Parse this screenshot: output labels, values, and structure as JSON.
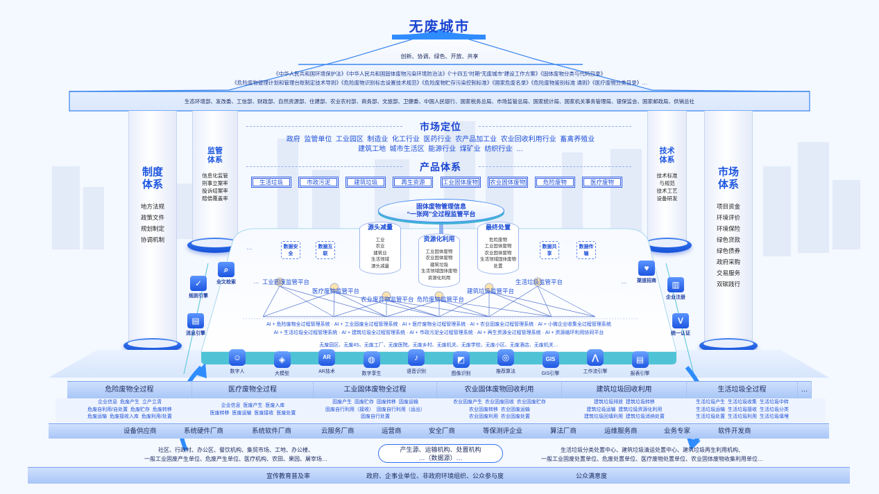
{
  "title": "无废城市",
  "principles": "创新、协调、绿色、开放、共享",
  "laws": [
    "《中华人民共和国环境保护法》《中华人民共和国固体废物污染环境防治法》《“十四五”时期“无废城市”建设工作方案》《固体废物分类与代码目录》",
    "《危险废物管理计划和管理台账制定技术导则》《危险废物识别标志设置技术规范》《危险废物贮存污染控制标准》《国家危废名录》《危险废物鉴别标准 通则》《医疗废物分类目录》…"
  ],
  "departments": "生态环境部、发改委、工信部、财政部、自然资源部、住建部、农业农村部、商务部、文旅部、卫健委、中国人民银行、国家税务总局、市场监管总局、国家统计局、国家机关事务管理局、银保监会、国家邮政局、供销总社",
  "pillars": {
    "institution": {
      "title": "制度体系",
      "items": [
        "地方法规",
        "政策文件",
        "规划制定",
        "协调机制"
      ]
    },
    "supervision": {
      "title": "监管体系",
      "items": [
        "信息化监管",
        "刑事立案率",
        "投诉结案率",
        "赔偿覆盖率"
      ]
    },
    "technology": {
      "title": "技术体系",
      "items": [
        "技术标准",
        "与规范",
        "技术工艺",
        "设备研发"
      ]
    },
    "market": {
      "title": "市场体系",
      "items": [
        "项目资金",
        "环境评价",
        "环境保险",
        "绿色贷款",
        "绿色债券",
        "政府采购",
        "交易服务",
        "双碳践行"
      ]
    }
  },
  "market_positioning": {
    "title": "市场定位",
    "line1": "政府  监管单位  工业园区  制造业  化工行业  医药行业  农产品加工业  农业回收利用行业  畜禽养殖业",
    "line2": "建筑工地  城市生活区  能源行业  煤矿业  纺织行业  …"
  },
  "product_system": {
    "title": "产品体系",
    "tags": [
      "生活垃圾",
      "市政污泥",
      "建筑垃圾",
      "再生资源",
      "工业固体废物",
      "农业固体废物",
      "危险废物",
      "医疗废物"
    ]
  },
  "platform": {
    "title_line1": "固体废物管理信息",
    "title_line2": "“一张网”全过程监管平台",
    "cylinders": [
      {
        "title": "源头减量",
        "items": [
          "工业",
          "农业",
          "建筑业",
          "生活领域",
          "源头减量"
        ]
      },
      {
        "title": "资源化利用",
        "items": [
          "工业固体废物",
          "农业固体废物",
          "建筑垃圾",
          "生活领域固体废物",
          "资源化利用"
        ]
      },
      {
        "title": "最终处置",
        "items": [
          "危险废物",
          "工业固体废物",
          "农业固体废物",
          "生活领域固体废物",
          "处置"
        ]
      }
    ],
    "data_boxes": [
      "数据安全",
      "数据互联",
      "数据共享",
      "数据传输"
    ],
    "ellipsis": "…",
    "sub_platforms": [
      "工业固废监管平台",
      "医疗废物监管平台",
      "农业废弃物监管平台",
      "危险废物监管平台",
      "建筑垃圾监管平台",
      "生活垃圾监管平台"
    ],
    "ai_line1": "AI + 危险废物全过程管理系统 · AI + 工业固废全过程管理系统 · AI + 医疗废物全过程管理系统 · AI + 农业固废全过程管理系统 · AI + 小微企业收集全过程管理系统",
    "ai_line2": "AI + 生活垃圾全过程管理系统 · AI + 建筑垃圾全过程管理系统 · AI + 市政污泥全过程管理系统 · AI + 再生资源全过程管理系统 · AI + 资源循环利用协同平台",
    "zero_waste": "无废园区、无废4S、无废工厂、无废医院、无废乡村、无废机关、无废学校、无废小区、无废酒店、无废机关…",
    "tools": [
      "数字人",
      "大模型",
      "AR技术",
      "数字孪生",
      "语音识别",
      "图像识别",
      "推荐算法",
      "GIS引擎",
      "工作流引擎",
      "报表引擎"
    ]
  },
  "side_left": [
    "全文检索",
    "规则引擎",
    "消息引擎"
  ],
  "side_right": [
    "渠道招商",
    "企业注册",
    "统一认证"
  ],
  "processes": [
    {
      "title": "危险废物全过程",
      "details": [
        "企业信息  危废产生  立产立清",
        "危废自利用/自处置  危废贮存  危废转移",
        "危废运输  危废接收入库  危废利用/处置"
      ]
    },
    {
      "title": "医疗废物全过程",
      "details": [
        "企业信息  医废产生  医废入库",
        "医废转移  医废运输  医废接收  医废处置"
      ]
    },
    {
      "title": "工业固体废物全过程",
      "details": [
        "固废产生  固废贮存  固废转移  固废运输",
        "固废自行利用（接收）  固废自行利用（运出）",
        "固废自行处置"
      ]
    },
    {
      "title": "农业固体废物回收利用",
      "details": [
        "农业固废产生  农业固废回收  农业固废贮存",
        "农业固废转移  农业固废运输",
        "农业固废利用  农业固废处置"
      ]
    },
    {
      "title": "建筑垃圾回收利用",
      "details": [
        "建筑垃圾排放  建筑垃圾转移",
        "建筑垃圾运输  建筑垃圾资源化利用",
        "建筑垃圾回填利用  建筑垃圾消纳处置"
      ]
    },
    {
      "title": "生活垃圾全过程",
      "details": [
        "生活垃圾产生  生活垃圾收集  生活垃圾中转",
        "生活垃圾运输  生活垃圾接收  生活垃圾分类",
        "生活垃圾处置  生活垃圾利用  生活垃圾填埋"
      ]
    },
    {
      "title": "…",
      "details": []
    }
  ],
  "suppliers": [
    "设备供应商",
    "系统硬件厂商",
    "系统软件厂商",
    "云服务厂商",
    "运营商",
    "安全厂商",
    "等保测评企业",
    "算法厂商",
    "运维服务商",
    "业务专家",
    "软件开发商"
  ],
  "data_sources": {
    "left_line1": "社区、行政村、办公区、餐饮机构、集贸市场、工地、办公楼、",
    "left_line2": "一般工业固废产生单位、危废产生单位、医疗机构、农田、果园、屠宰场…",
    "center_line1": "产生源、运输机构、处置机构",
    "center_line2": "…（数据源）…",
    "right_line1": "生活垃圾分类处置中心、建筑垃圾清运处置中心、建筑垃圾再生利用机构、",
    "right_line2": "一般工业固废处置单位、危废处置单位、医疗废物处置单位、农业固体废物收集利用单位…"
  },
  "indicators": [
    "宣传教育普及率",
    "政府、企事业单位、非政府环境组织、公众参与度",
    "公众满意度"
  ],
  "colors": {
    "primary": "#1d4fd6",
    "accent": "#2f8cff",
    "teal": "#4fc3d6",
    "band": "#b9d2fa"
  }
}
